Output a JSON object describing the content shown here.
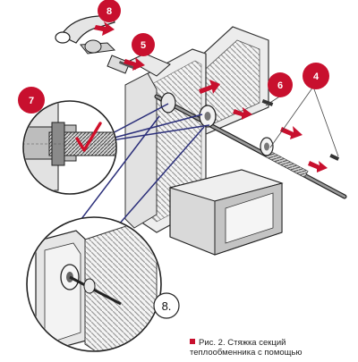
{
  "callouts": [
    {
      "id": "8",
      "label": "8"
    },
    {
      "id": "5",
      "label": "5"
    },
    {
      "id": "7",
      "label": "7"
    },
    {
      "id": "6",
      "label": "6"
    },
    {
      "id": "4",
      "label": "4"
    }
  ],
  "detail_label": "8.",
  "caption": {
    "line1": "Рис. 2. Стяжка секций",
    "line2": "теплообменника с помощью"
  },
  "colors": {
    "accent_red": "#c8102e",
    "leader_navy": "#2b2f7a",
    "check_red": "#d0102a"
  }
}
